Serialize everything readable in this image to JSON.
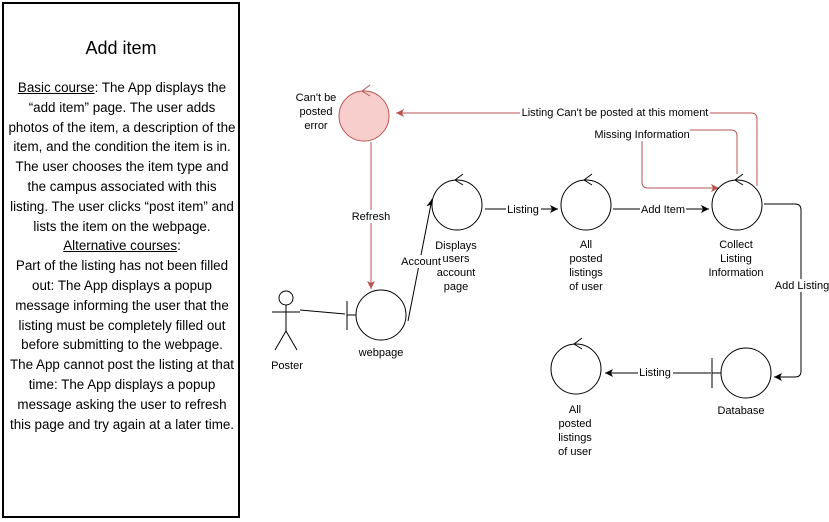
{
  "usecase": {
    "title": "Add item",
    "basic_heading": "Basic course",
    "basic_text": ": The App displays the “add item” page. The user adds photos of the item, a description of the item, and the condition the item is in. The user chooses the item type and the campus associated with this listing. The user clicks “post item” and lists the item on the webpage.",
    "alt_heading": "Alternative courses",
    "alt_colon": ":",
    "alt_text_1": "Part of the listing has not been filled out: The App displays a popup message informing the user that the listing must be completely filled out before submitting to the webpage.",
    "alt_text_2": "The App cannot post the listing at that time: The App displays a popup message asking the user to  refresh this page and try again at a later time."
  },
  "nodes": {
    "error": [
      "Can't be",
      "posted",
      "error"
    ],
    "poster": "Poster",
    "webpage": "webpage",
    "displays_account": [
      "Displays",
      "users",
      "account",
      "page"
    ],
    "all_listings_top": [
      "All",
      "posted",
      "listings",
      "of user"
    ],
    "collect_info": [
      "Collect",
      "Listing",
      "Information"
    ],
    "database": "Database",
    "all_listings_bottom": [
      "All",
      "posted",
      "listings",
      "of user"
    ]
  },
  "edges": {
    "refresh": "Refresh",
    "account": "Account",
    "listing_1": "Listing",
    "add_item": "Add Item",
    "add_listing": "Add Listing",
    "listing_2": "Listing",
    "missing_info": "Missing Information",
    "cant_post": "Listing Can't be posted at this moment"
  },
  "colors": {
    "error_fill": "#f8cecc",
    "error_stroke": "#b85450"
  }
}
